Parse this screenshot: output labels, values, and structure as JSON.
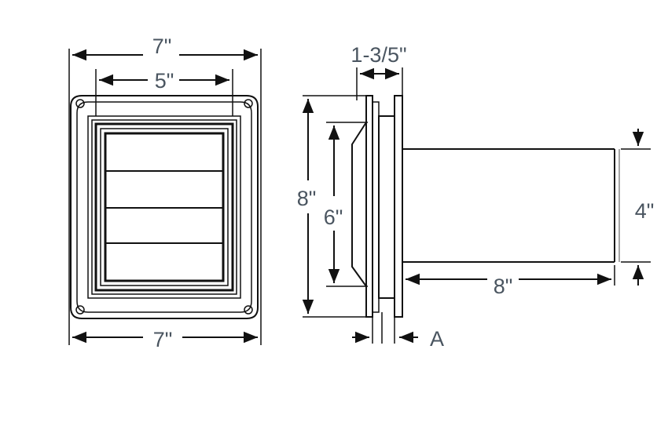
{
  "front_view": {
    "top_outer_width": "7\"",
    "top_inner_width": "5\"",
    "bottom_width": "7\""
  },
  "side_view": {
    "flange_depth": "1-3/5\"",
    "outer_height": "8\"",
    "inner_height": "6\"",
    "pipe_diameter": "4\"",
    "pipe_length": "8\"",
    "gap_label": "A"
  }
}
